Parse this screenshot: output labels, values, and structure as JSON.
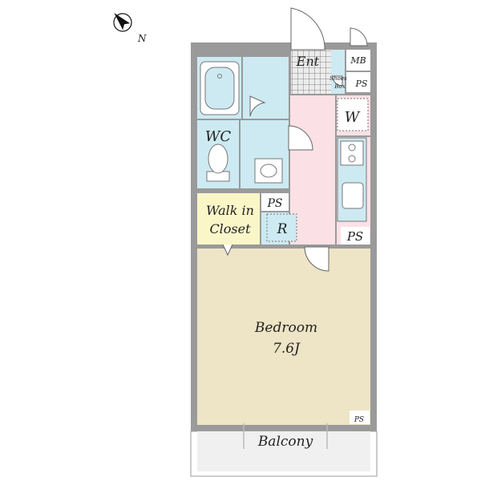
{
  "compass": {
    "label": "N"
  },
  "rooms": {
    "entrance": "Ent",
    "meter_box": "MB",
    "shoes_box_line1": "Shoes",
    "shoes_box_line2": "Box",
    "ps_top": "PS",
    "washer": "W",
    "wc": "WC",
    "walk_in_line1": "Walk in",
    "walk_in_line2": "Closet",
    "ps_closet": "PS",
    "refrigerator": "R",
    "ps_kitchen": "PS",
    "bedroom": "Bedroom",
    "bedroom_size": "7.6J",
    "ps_bedroom": "PS",
    "balcony": "Balcony"
  },
  "colors": {
    "wall": "#9a9a9a",
    "bath": "#cdeaf2",
    "closet": "#fbf6c8",
    "hall": "#fbe1e6",
    "bedroom": "#eee4c6",
    "balcony": "#f0f0f0",
    "tile": "#e9e9e9"
  }
}
